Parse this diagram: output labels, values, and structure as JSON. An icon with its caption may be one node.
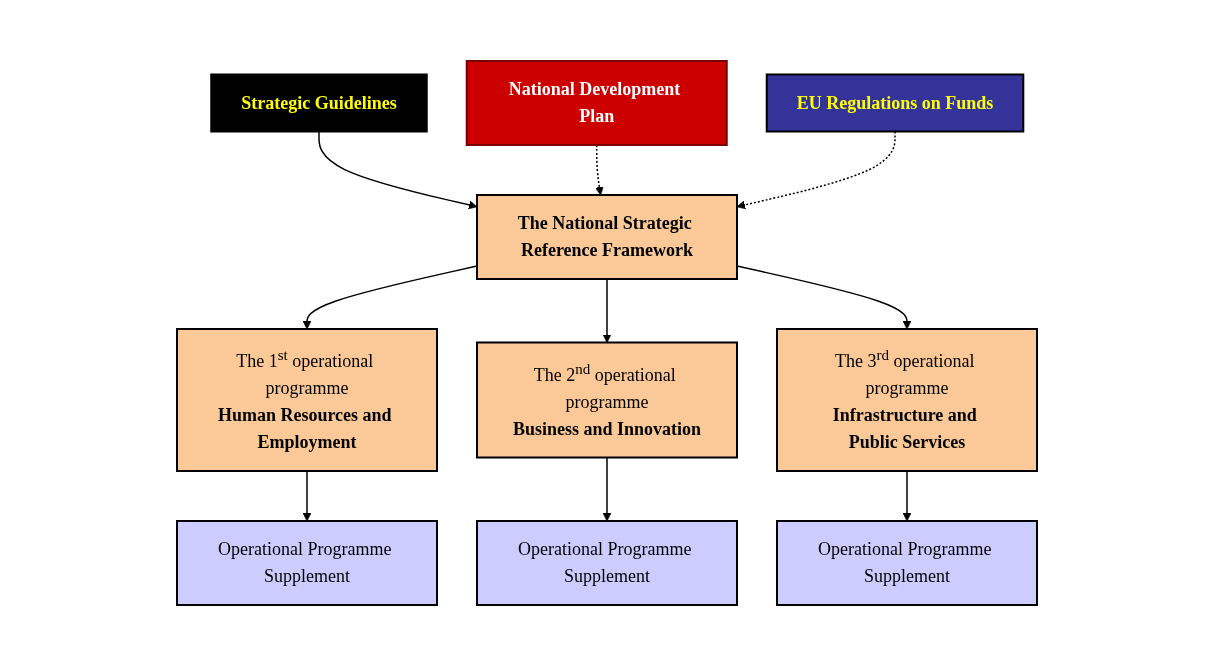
{
  "diagram": {
    "nodes": [
      {
        "text": [
          "Strategic Guidelines"
        ]
      },
      {
        "text": [
          "National Development Plan"
        ]
      },
      {
        "text": [
          "EU Regulations on Funds"
        ]
      },
      {
        "text": [
          "The National Strategic Reference Framework"
        ]
      },
      {
        "text": [
          "The 1$^{st}$ operational programme",
          "Human Resources and Employment"
        ]
      },
      {
        "text": [
          "The 2$^{nd}$ operational programme",
          "Business and Innovation"
        ]
      },
      {
        "text": [
          "The 3$^{rd}$ operational programme",
          "Infrastructure and Public Services"
        ]
      },
      {
        "text": [
          "Operational Programme Supplement"
        ]
      },
      {
        "text": [
          "Operational Programme Supplement"
        ]
      },
      {
        "text": [
          "Operational Programme Supplement"
        ]
      }
    ],
    "edges": [
      {
        "from": 0,
        "to": 3,
        "arrow": "to"
      },
      {
        "from": 1,
        "to": 3,
        "arrow": "to",
        "style": "dashed"
      },
      {
        "from": 2,
        "to": 3,
        "arrow": "to",
        "style": "dashed"
      },
      {
        "from": 3,
        "to": 4,
        "arrow": "to"
      },
      {
        "from": 3,
        "to": 5,
        "arrow": "to"
      },
      {
        "from": 3,
        "to": 6,
        "arrow": "to"
      },
      {
        "from": 4,
        "to": 7,
        "arrow": "to"
      },
      {
        "from": 5,
        "to": 8,
        "arrow": "to"
      },
      {
        "from": 6,
        "to": 9,
        "arrow": "to"
      }
    ]
  }
}
